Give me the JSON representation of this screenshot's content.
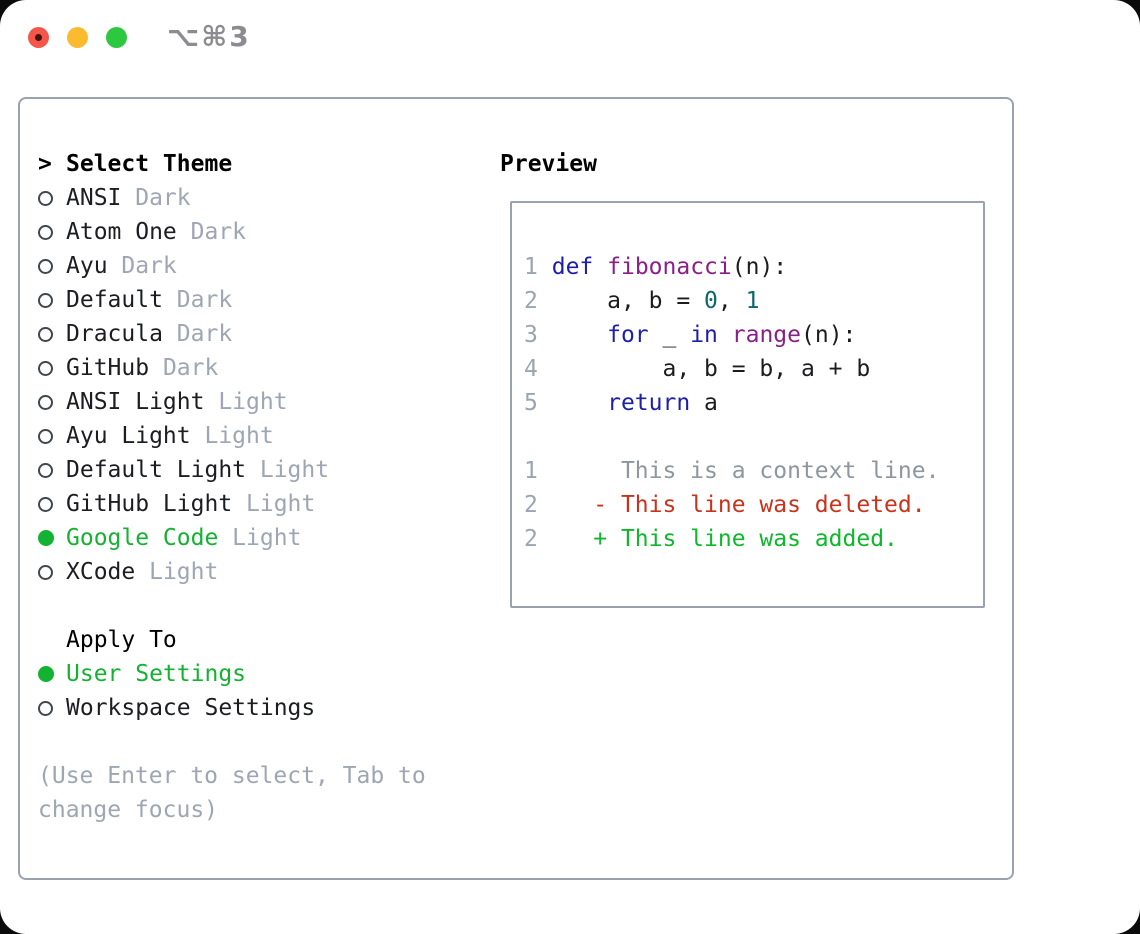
{
  "window": {
    "title": "⌥⌘3",
    "traffic_lights": [
      {
        "name": "close"
      },
      {
        "name": "minimize"
      },
      {
        "name": "zoom"
      }
    ]
  },
  "colors": {
    "accent_green": "#14b232",
    "diff_add_green": "#0eb82b",
    "diff_del_red": "#c9331b",
    "keyword_navy": "#1d1fa8",
    "function_purple": "#8a1f8a",
    "literal_teal": "#0d686b",
    "muted_gray": "#9da6b2",
    "context_gray": "#8e969e",
    "border_gray": "#9aa3ad",
    "text_dark": "#1b1d22"
  },
  "theme_select": {
    "prompt": ">",
    "header": "Select Theme",
    "items": [
      {
        "name": "ANSI",
        "variant": "Dark",
        "selected": false
      },
      {
        "name": "Atom One",
        "variant": "Dark",
        "selected": false
      },
      {
        "name": "Ayu",
        "variant": "Dark",
        "selected": false
      },
      {
        "name": "Default",
        "variant": "Dark",
        "selected": false
      },
      {
        "name": "Dracula",
        "variant": "Dark",
        "selected": false
      },
      {
        "name": "GitHub",
        "variant": "Dark",
        "selected": false
      },
      {
        "name": "ANSI Light",
        "variant": "Light",
        "selected": false
      },
      {
        "name": "Ayu Light",
        "variant": "Light",
        "selected": false
      },
      {
        "name": "Default Light",
        "variant": "Light",
        "selected": false
      },
      {
        "name": "GitHub Light",
        "variant": "Light",
        "selected": false
      },
      {
        "name": "Google Code",
        "variant": "Light",
        "selected": true
      },
      {
        "name": "XCode",
        "variant": "Light",
        "selected": false
      }
    ]
  },
  "apply_to": {
    "header": "Apply To",
    "options": [
      {
        "label": "User Settings",
        "selected": true
      },
      {
        "label": "Workspace Settings",
        "selected": false
      }
    ]
  },
  "help_text": "(Use Enter to select, Tab to change focus)",
  "preview": {
    "header": "Preview",
    "code_lines": [
      {
        "num": "1",
        "tokens": [
          [
            "pln",
            " "
          ],
          [
            "kwd",
            "def"
          ],
          [
            "pln",
            " "
          ],
          [
            "fun",
            "fibonacci"
          ],
          [
            "pln",
            "(n):"
          ]
        ]
      },
      {
        "num": "2",
        "tokens": [
          [
            "pln",
            "     a, b = "
          ],
          [
            "lit",
            "0"
          ],
          [
            "pln",
            ", "
          ],
          [
            "lit",
            "1"
          ]
        ]
      },
      {
        "num": "3",
        "tokens": [
          [
            "pln",
            "     "
          ],
          [
            "kwd",
            "for"
          ],
          [
            "pln",
            " _ "
          ],
          [
            "kwd",
            "in"
          ],
          [
            "pln",
            " "
          ],
          [
            "fun",
            "range"
          ],
          [
            "pln",
            "(n):"
          ]
        ]
      },
      {
        "num": "4",
        "tokens": [
          [
            "pln",
            "         a, b = b, a + b"
          ]
        ]
      },
      {
        "num": "5",
        "tokens": [
          [
            "pln",
            "     "
          ],
          [
            "kwd",
            "return"
          ],
          [
            "pln",
            " a"
          ]
        ]
      }
    ],
    "diff_lines": [
      {
        "num": "1",
        "kind": "context",
        "text": "      This is a context line."
      },
      {
        "num": "2",
        "kind": "del",
        "text": "    - This line was deleted."
      },
      {
        "num": "2",
        "kind": "add",
        "text": "    + This line was added."
      }
    ]
  }
}
